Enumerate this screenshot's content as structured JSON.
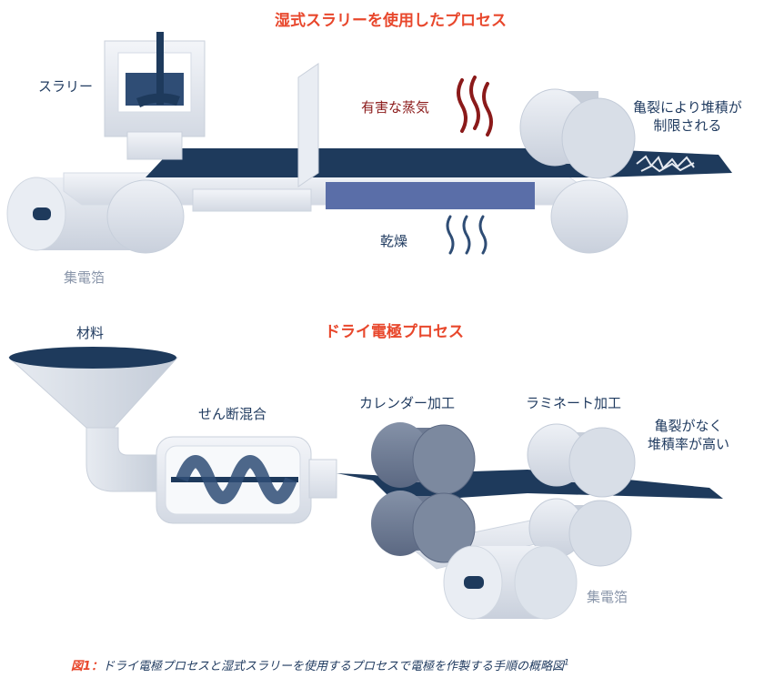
{
  "wet_process": {
    "title": "湿式スラリーを使用したプロセス",
    "labels": {
      "slurry": "スラリー",
      "harmful_vapor": "有害な蒸気",
      "cracks_line1": "亀裂により堆積が",
      "cracks_line2": "制限される",
      "drying": "乾燥",
      "current_collector": "集電箔"
    }
  },
  "dry_process": {
    "title": "ドライ電極プロセス",
    "labels": {
      "material": "材料",
      "shear_mixing": "せん断混合",
      "calendering": "カレンダー加工",
      "laminating": "ラミネート加工",
      "no_cracks_line1": "亀裂がなく",
      "no_cracks_line2": "堆積率が高い",
      "current_collector": "集電箔"
    }
  },
  "caption": {
    "figure": "図1：",
    "text": "ドライ電極プロセスと湿式スラリーを使用するプロセスで電極を作製する手順の概略図",
    "ref": "1"
  },
  "colors": {
    "navy": "#1e3a5c",
    "title_red": "#e8472c",
    "vapor_red": "#8b1a1a",
    "machine_light": "#e4e8ef",
    "roller_gray": "#9aa5b8",
    "drying_blue": "#5a6ea8"
  }
}
